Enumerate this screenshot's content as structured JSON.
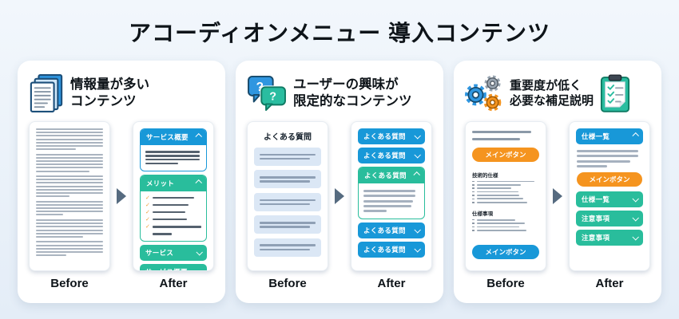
{
  "page_title": "アコーディオンメニュー 導入コンテンツ",
  "labels": {
    "before": "Before",
    "after": "After"
  },
  "colors": {
    "blue": "#1898d8",
    "green": "#29bd9c",
    "orange": "#f5941f",
    "arrow": "#566b80",
    "background": "#e9f0f9",
    "check": "#f0a13e"
  },
  "panels": [
    {
      "id": "high-volume",
      "title_lines": [
        "情報量が多い",
        "コンテンツ"
      ],
      "icon_left": "documents-icon",
      "before": {
        "type": "document",
        "paragraphs": [
          [
            7,
            60
          ],
          [
            6,
            80
          ],
          [
            7,
            50
          ],
          [
            5,
            40
          ],
          [
            6,
            70
          ],
          [
            5,
            45
          ]
        ]
      },
      "after": {
        "items": [
          {
            "label": "サービス概要",
            "color": "blue",
            "state": "expanded",
            "content": {
              "type": "text-lines",
              "boxed": true,
              "lines": [
                97,
                97,
                97,
                58
              ]
            }
          },
          {
            "label": "メリット",
            "color": "green",
            "state": "expanded",
            "content": {
              "type": "checklist",
              "boxed": true,
              "items": [
                [
                  74
                ],
                [
                  64
                ],
                [
                  58
                ],
                [
                  62
                ],
                [
                  88,
                  34
                ]
              ]
            }
          },
          {
            "label": "サービス",
            "color": "green",
            "state": "collapsed"
          },
          {
            "label": "サービス概要",
            "color": "green",
            "state": "collapsed"
          }
        ]
      }
    },
    {
      "id": "limited-interest",
      "title_lines": [
        "ユーザーの興味が",
        "限定的なコンテンツ"
      ],
      "icon_left": "question-bubbles-icon",
      "before": {
        "type": "faq",
        "title": "よくある質問",
        "rows": 5
      },
      "after": {
        "items": [
          {
            "label": "よくある質問",
            "color": "blue",
            "state": "collapsed"
          },
          {
            "label": "よくある質問",
            "color": "blue",
            "state": "collapsed"
          },
          {
            "label": "よくある質問",
            "color": "green",
            "state": "expanded",
            "content": {
              "type": "gray-lines",
              "boxed": true,
              "lines": [
                93,
                93,
                88,
                86,
                42
              ]
            }
          },
          {
            "label": "よくある質問",
            "color": "blue",
            "state": "collapsed"
          },
          {
            "label": "よくある質問",
            "color": "blue",
            "state": "collapsed"
          }
        ]
      }
    },
    {
      "id": "low-priority-notes",
      "title_lines": [
        "重要度が低く",
        "必要な補足説明"
      ],
      "icon_left": "gears-icon",
      "icon_right": "clipboard-check-icon",
      "before": {
        "type": "spec-page",
        "top_lines": [
          88,
          72
        ],
        "top_button": {
          "label": "メインボタン",
          "color": "orange"
        },
        "sections": [
          {
            "heading": "技術的仕様",
            "bullets": [
              86,
              66,
              52,
              62,
              64,
              70,
              76
            ]
          },
          {
            "heading": "仕様事項",
            "bullets": [
              58,
              72,
              64,
              74
            ]
          }
        ],
        "bottom_button": {
          "label": "メインボタン",
          "color": "blue"
        }
      },
      "after": {
        "items": [
          {
            "label": "仕様一覧",
            "color": "blue",
            "state": "expanded",
            "content": {
              "type": "lines-button",
              "boxed": false,
              "lines": [
                94,
                94,
                82,
                46
              ],
              "button": {
                "label": "メインボタン",
                "color": "orange"
              }
            }
          },
          {
            "label": "仕様一覧",
            "color": "green",
            "state": "collapsed"
          },
          {
            "label": "注意事項",
            "color": "green",
            "state": "collapsed"
          },
          {
            "label": "注意事項",
            "color": "green",
            "state": "collapsed"
          }
        ]
      }
    }
  ]
}
